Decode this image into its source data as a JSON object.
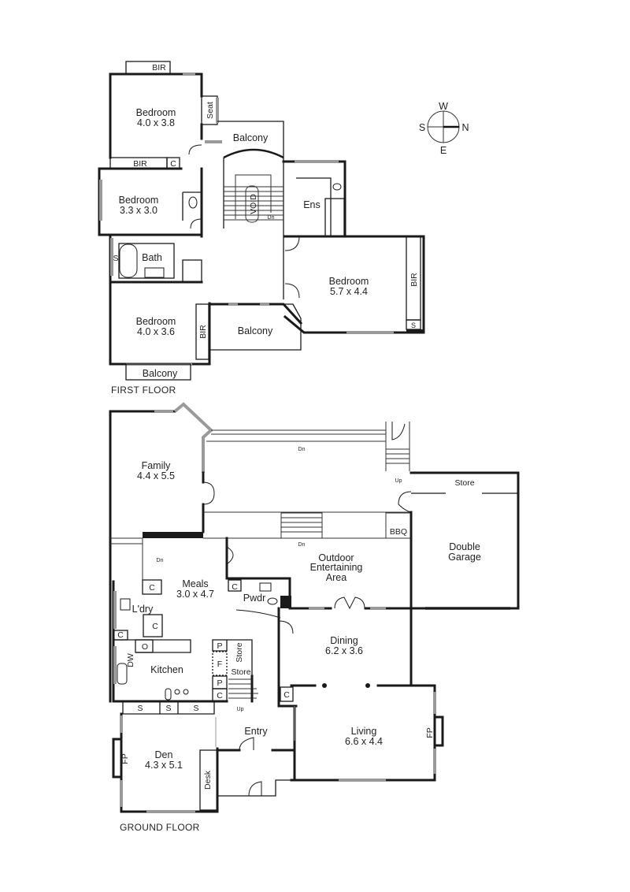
{
  "compass": {
    "north": "N",
    "south": "S",
    "east": "E",
    "west": "W"
  },
  "first_floor": {
    "title": "FIRST FLOOR",
    "rooms": {
      "bedroom1": {
        "name": "Bedroom",
        "size": "4.0 x 3.8"
      },
      "bedroom2": {
        "name": "Bedroom",
        "size": "3.3 x 3.0"
      },
      "bedroom3": {
        "name": "Bedroom",
        "size": "4.0 x 3.6"
      },
      "master": {
        "name": "Bedroom",
        "size": "5.7 x 4.4"
      },
      "bath": {
        "name": "Bath"
      },
      "ens": {
        "name": "Ens"
      },
      "balcony_top": {
        "name": "Balcony"
      },
      "balcony_mid": {
        "name": "Balcony"
      },
      "balcony_bottom": {
        "name": "Balcony"
      },
      "void": {
        "name": "VOID"
      }
    },
    "fixtures": {
      "bir_top": "BIR",
      "bir_mid": "BIR",
      "bir_bed3": "BIR",
      "bir_master": "BIR",
      "seat": "Seat",
      "cupboard": "C",
      "bath_s": "S",
      "master_s": "S",
      "stair_dn": "Dn"
    }
  },
  "ground_floor": {
    "title": "GROUND FLOOR",
    "rooms": {
      "family": {
        "name": "Family",
        "size": "4.4 x 5.5"
      },
      "meals": {
        "name": "Meals",
        "size": "3.0 x 4.7"
      },
      "kitchen": {
        "name": "Kitchen"
      },
      "laundry": {
        "name": "L'dry"
      },
      "powder": {
        "name": "Pwdr"
      },
      "outdoor": {
        "line1": "Outdoor",
        "line2": "Entertaining",
        "line3": "Area"
      },
      "garage": {
        "line1": "Double",
        "line2": "Garage"
      },
      "garage_store": {
        "name": "Store"
      },
      "dining": {
        "name": "Dining",
        "size": "6.2 x 3.6"
      },
      "living": {
        "name": "Living",
        "size": "6.6 x 4.4"
      },
      "entry": {
        "name": "Entry"
      },
      "den": {
        "name": "Den",
        "size": "4.3 x 5.1"
      }
    },
    "fixtures": {
      "bbq": "BBQ",
      "dn_deck": "Dn",
      "up_deck": "Up",
      "dn_terrace": "Dn",
      "dn_side": "Dn",
      "c1": "C",
      "c2": "C",
      "c3": "C",
      "c4": "C",
      "c5": "C",
      "c6": "C",
      "oven": "O",
      "dw": "DW",
      "pantry1": "P",
      "pantry2": "P",
      "fridge": "F",
      "store1": "Store",
      "store2": "Store",
      "stair_up": "Up",
      "s1": "S",
      "s2": "S",
      "s3": "S",
      "desk": "Desk",
      "fp_den": "FP",
      "fp_living": "FP"
    }
  }
}
